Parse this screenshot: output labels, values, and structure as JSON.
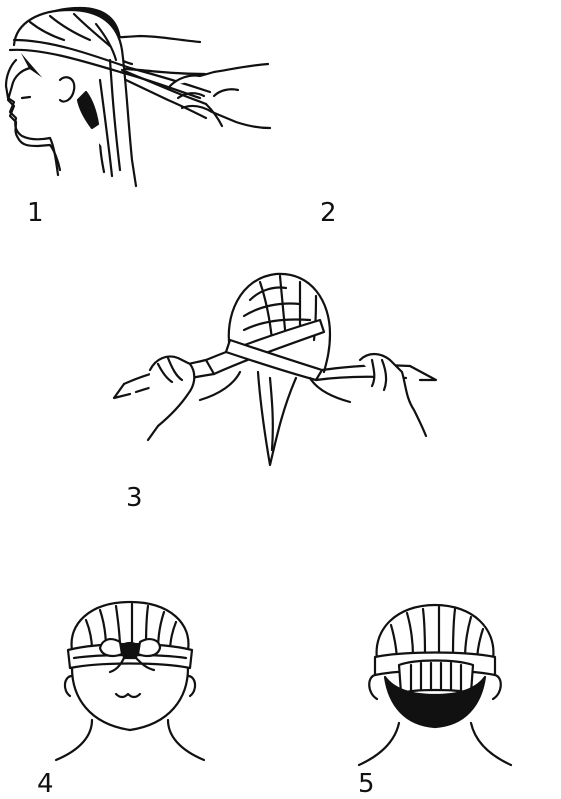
{
  "steps": [
    {
      "number": "1",
      "icon": "head-bandage-pad-icon"
    },
    {
      "number": "2",
      "icon": "head-triangular-bandage-draped-icon"
    },
    {
      "number": "3",
      "icon": "head-bandage-crossing-ends-icon"
    },
    {
      "number": "4",
      "icon": "head-bandage-tied-front-icon"
    },
    {
      "number": "5",
      "icon": "head-bandage-finished-back-icon"
    }
  ],
  "colors": {
    "ink": "#111111",
    "background": "#ffffff"
  }
}
